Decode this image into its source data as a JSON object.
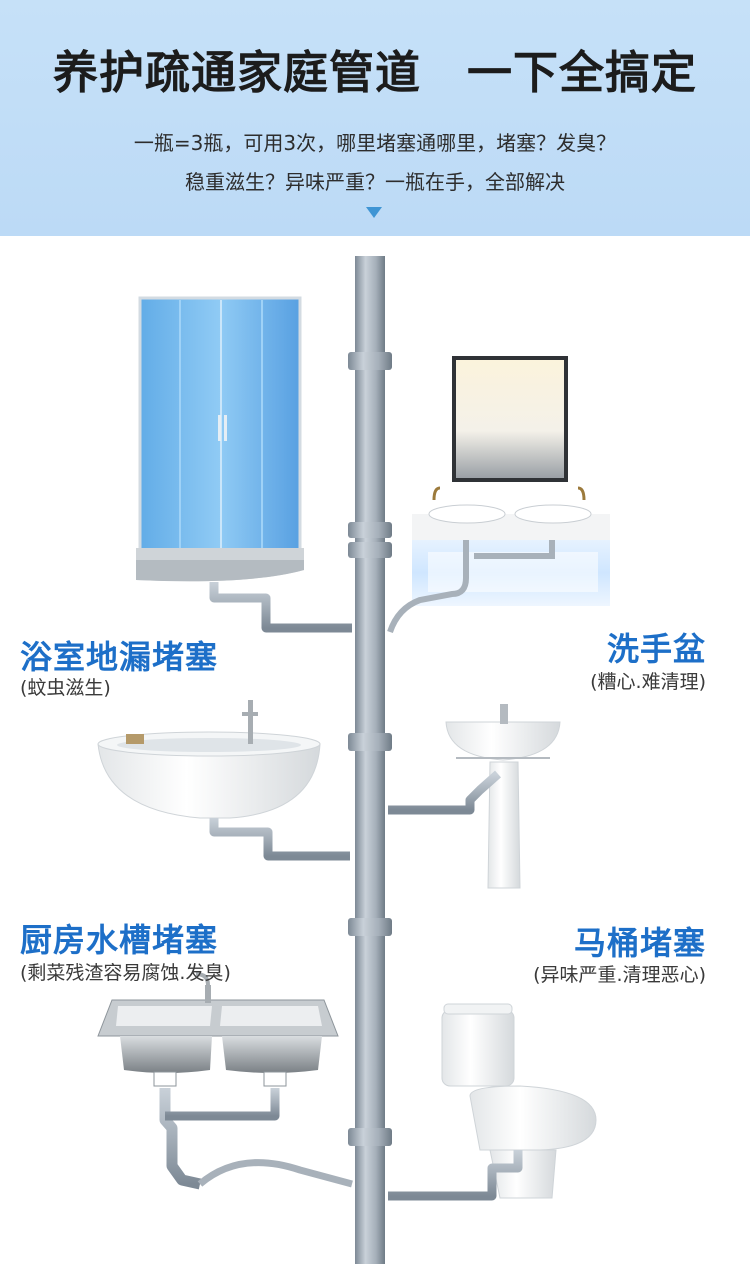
{
  "header": {
    "title": "养护疏通家庭管道　一下全搞定",
    "line1": "一瓶=3瓶，可用3次，哪里堵塞通哪里，堵塞？发臭？",
    "line2": "稳重滋生？异味严重？一瓶在手，全部解决"
  },
  "labels": {
    "bathroom": {
      "title": "浴室地漏堵塞",
      "desc": "(蚊虫滋生)"
    },
    "basin": {
      "title": "洗手盆",
      "desc": "(糟心.难清理)"
    },
    "kitchen": {
      "title": "厨房水槽堵塞",
      "desc": "(剩菜残渣容易腐蚀.发臭)"
    },
    "toilet": {
      "title": "马桶堵塞",
      "desc": "(异味严重.清理恶心)"
    }
  },
  "colors": {
    "header_bg": "#c6e1f8",
    "accent_blue": "#1d6fc8",
    "pipe_gray": "#9aa6b2"
  }
}
